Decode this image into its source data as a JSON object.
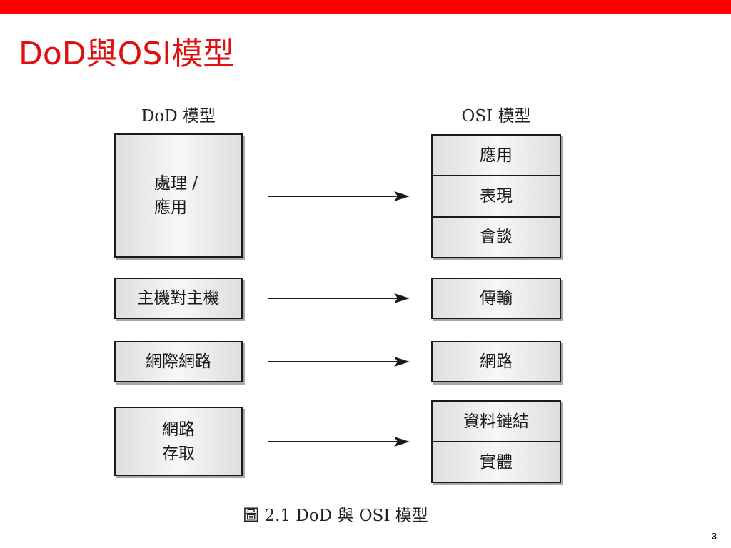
{
  "slide": {
    "title": "DoD與OSI模型",
    "page_number": "3",
    "caption": "圖 2.1 DoD 與 OSI 模型"
  },
  "colors": {
    "top_bar": "#ff0000",
    "title": "#e01010",
    "box_border": "#1a1a1a",
    "box_fill": "#e8e8e8",
    "arrow": "#1a1a1a"
  },
  "diagram": {
    "dod_header": "DoD 模型",
    "osi_header": "OSI 模型",
    "dod_layers": [
      {
        "lines": [
          "處理 /",
          "應用"
        ]
      },
      {
        "lines": [
          "主機對主機"
        ]
      },
      {
        "lines": [
          "網際網路"
        ]
      },
      {
        "lines": [
          "網路",
          "存取"
        ]
      }
    ],
    "osi_groups": [
      {
        "layers": [
          "應用",
          "表現",
          "會談"
        ]
      },
      {
        "layers": [
          "傳輸"
        ]
      },
      {
        "layers": [
          "網路"
        ]
      },
      {
        "layers": [
          "資料鏈結",
          "實體"
        ]
      }
    ]
  }
}
